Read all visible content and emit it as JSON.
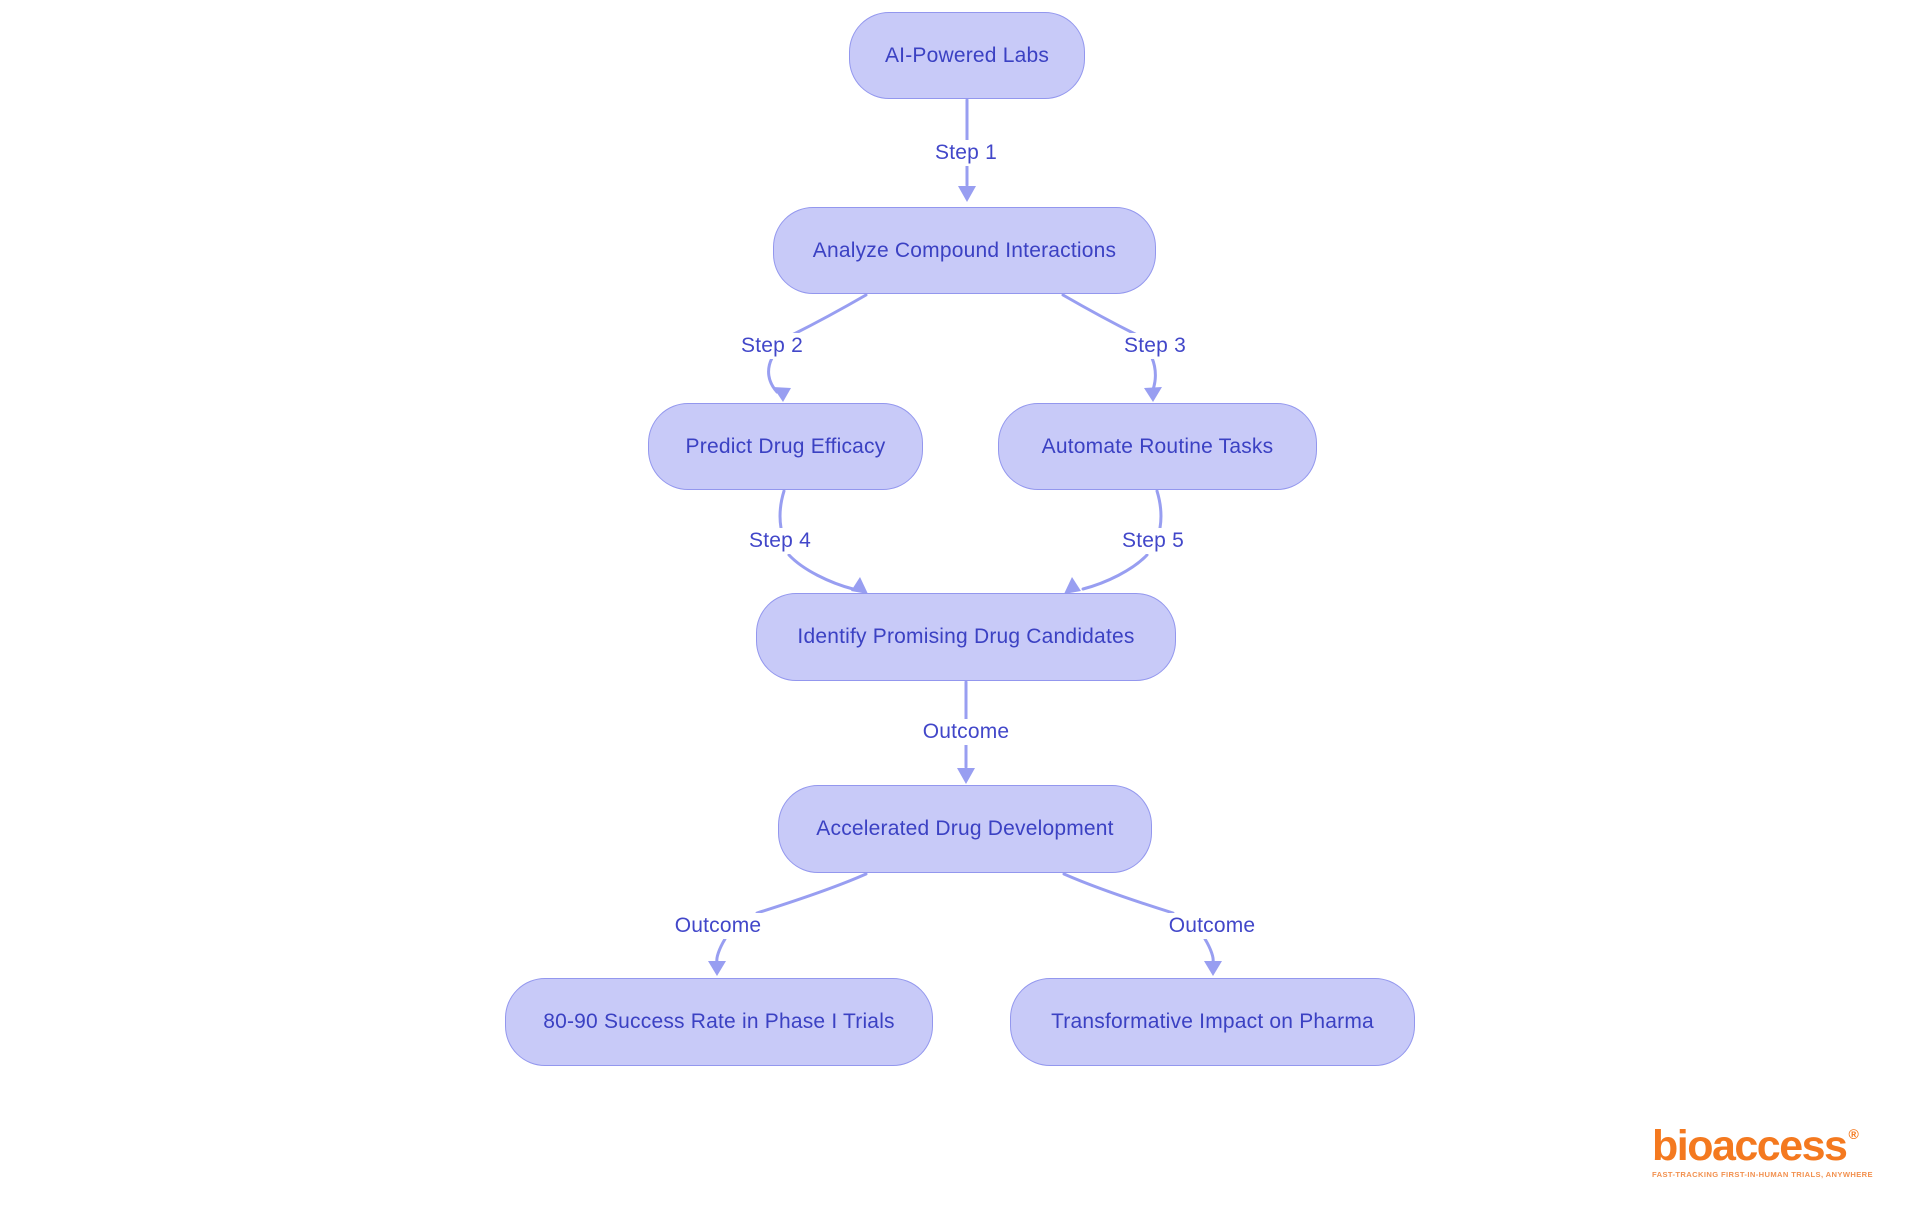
{
  "diagram_title": "",
  "colors": {
    "canvas": "#ffffff",
    "node_fill": "#c8caf8",
    "node_border": "#9397ee",
    "node_text": "#3b41c3",
    "edge_line": "#989ef1",
    "edge_label_text": "#4247c9",
    "logo_orange": "#f4791f",
    "logo_tagline": "#f2914f"
  },
  "nodes": [
    {
      "id": "ai-powered-labs",
      "label": "AI-Powered Labs"
    },
    {
      "id": "analyze-compound-interactions",
      "label": "Analyze Compound Interactions"
    },
    {
      "id": "predict-drug-efficacy",
      "label": "Predict Drug Efficacy"
    },
    {
      "id": "automate-routine-tasks",
      "label": "Automate Routine Tasks"
    },
    {
      "id": "identify-promising-drug-candidates",
      "label": "Identify Promising Drug Candidates"
    },
    {
      "id": "accelerated-drug-development",
      "label": "Accelerated Drug Development"
    },
    {
      "id": "success-rate-phase-1",
      "label": "80-90 Success Rate in Phase I Trials"
    },
    {
      "id": "transformative-impact-pharma",
      "label": "Transformative Impact on Pharma"
    }
  ],
  "edges": [
    {
      "from": "ai-powered-labs",
      "to": "analyze-compound-interactions",
      "label": "Step 1"
    },
    {
      "from": "analyze-compound-interactions",
      "to": "predict-drug-efficacy",
      "label": "Step 2"
    },
    {
      "from": "analyze-compound-interactions",
      "to": "automate-routine-tasks",
      "label": "Step 3"
    },
    {
      "from": "predict-drug-efficacy",
      "to": "identify-promising-drug-candidates",
      "label": "Step 4"
    },
    {
      "from": "automate-routine-tasks",
      "to": "identify-promising-drug-candidates",
      "label": "Step 5"
    },
    {
      "from": "identify-promising-drug-candidates",
      "to": "accelerated-drug-development",
      "label": "Outcome"
    },
    {
      "from": "accelerated-drug-development",
      "to": "success-rate-phase-1",
      "label": "Outcome"
    },
    {
      "from": "accelerated-drug-development",
      "to": "transformative-impact-pharma",
      "label": "Outcome"
    }
  ],
  "logo": {
    "wordmark": "bioaccess",
    "registered": "®",
    "tagline": "FAST-TRACKING FIRST-IN-HUMAN TRIALS, ANYWHERE"
  }
}
